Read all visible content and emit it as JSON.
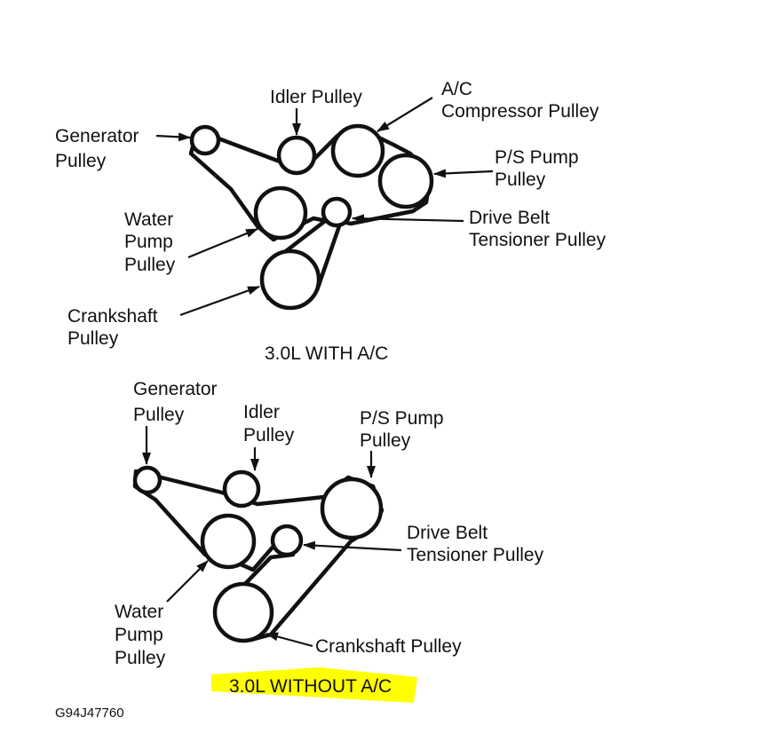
{
  "diagram_top": {
    "caption": "3.0L WITH A/C",
    "labels": {
      "idler": "Idler Pulley",
      "ac_line1": "A/C",
      "ac_line2": "Compressor Pulley",
      "generator_line1": "Generator",
      "generator_line2": "Pulley",
      "ps_line1": "P/S Pump",
      "ps_line2": "Pulley",
      "water_line1": "Water",
      "water_line2": "Pump",
      "water_line3": "Pulley",
      "tensioner_line1": "Drive Belt",
      "tensioner_line2": "Tensioner Pulley",
      "crank_line1": "Crankshaft",
      "crank_line2": "Pulley"
    }
  },
  "diagram_bottom": {
    "caption": "3.0L WITHOUT A/C",
    "labels": {
      "generator_line1": "Generator",
      "generator_line2": "Pulley",
      "idler_line1": "Idler",
      "idler_line2": "Pulley",
      "ps_line1": "P/S Pump",
      "ps_line2": "Pulley",
      "tensioner_line1": "Drive Belt",
      "tensioner_line2": "Tensioner Pulley",
      "water_line1": "Water",
      "water_line2": "Pump",
      "water_line3": "Pulley",
      "crank": "Crankshaft Pulley"
    }
  },
  "figure_code": "G94J47760",
  "colors": {
    "highlight": "#ffff00",
    "ink": "#111111"
  }
}
